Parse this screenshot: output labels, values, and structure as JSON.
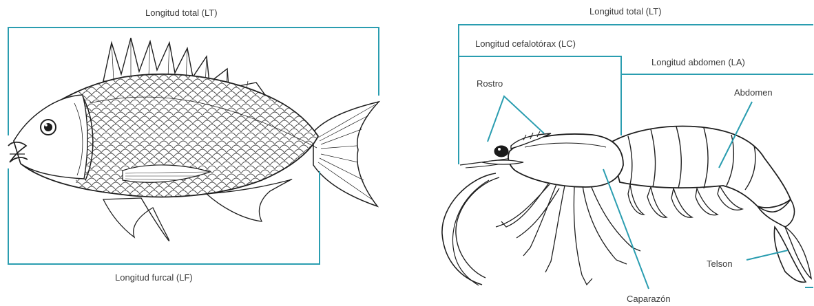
{
  "accent_color": "#2a9db0",
  "fish": {
    "total_length_label": "Longitud total (LT)",
    "fork_length_label": "Longitud furcal (LF)"
  },
  "shrimp": {
    "total_length_label": "Longitud total (LT)",
    "cephalothorax_length_label": "Longitud cefalotórax (LC)",
    "abdomen_length_label": "Longitud abdomen (LA)",
    "rostrum_label": "Rostro",
    "abdomen_label": "Abdomen",
    "carapace_label": "Caparazón",
    "telson_label": "Telson"
  }
}
